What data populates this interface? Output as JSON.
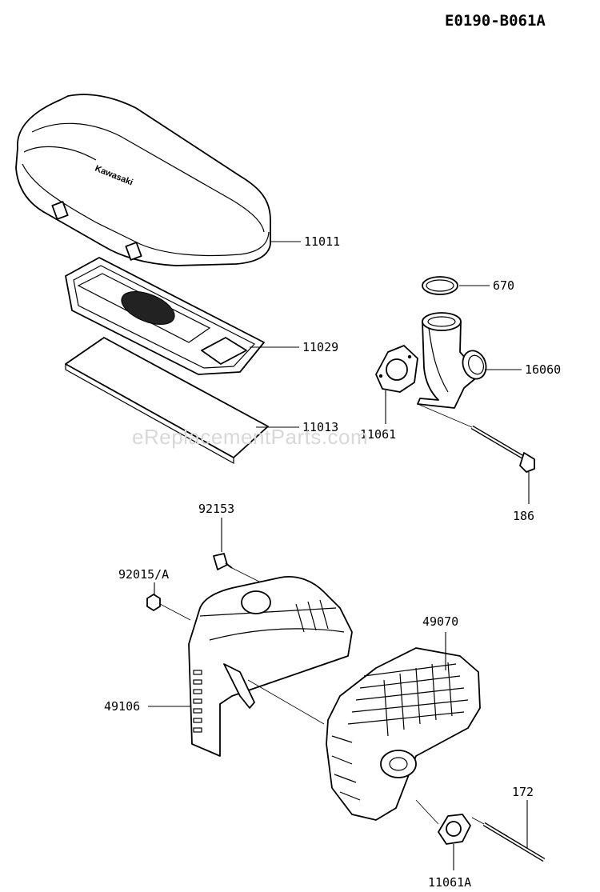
{
  "diagram_code": "E0190-B061A",
  "watermark": "eReplacementParts.com",
  "cover_brand": "Kawasaki",
  "labels": {
    "p11011": "11011",
    "p670": "670",
    "p11029": "11029",
    "p16060": "16060",
    "p11013": "11013",
    "p11061": "11061",
    "p186": "186",
    "p92153": "92153",
    "p92015a": "92015/A",
    "p49070": "49070",
    "p49106": "49106",
    "p172": "172",
    "p11061a": "11061A"
  }
}
